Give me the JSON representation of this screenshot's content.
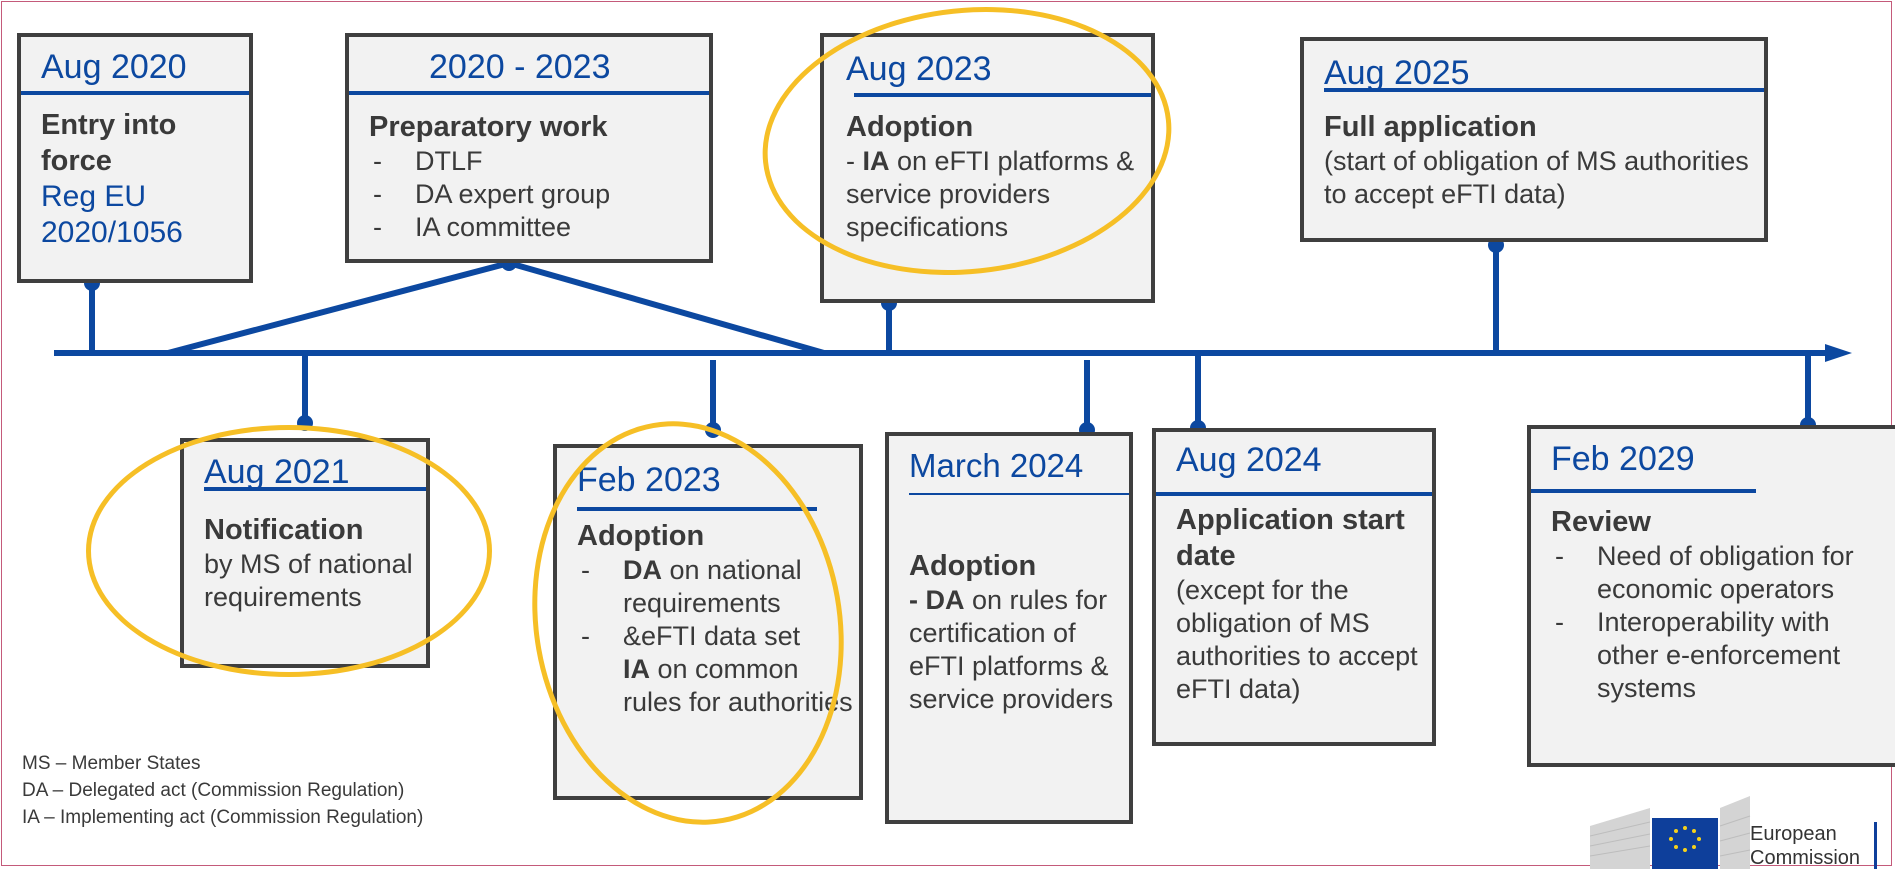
{
  "milestones": {
    "aug2020": {
      "date": "Aug 2020",
      "title": "Entry into force",
      "reg_line1": "Reg EU",
      "reg_line2": "2020/1056"
    },
    "prep": {
      "date": "2020 - 2023",
      "title": "Preparatory work",
      "items": [
        "DTLF",
        "DA expert group",
        "IA committee"
      ]
    },
    "aug2023": {
      "date": "Aug 2023",
      "title": "Adoption",
      "prefix": "- ",
      "strong": "IA",
      "text": " on eFTI platforms & service providers specifications"
    },
    "aug2025": {
      "date": "Aug 2025",
      "title": "Full application",
      "text": "(start of obligation of MS authorities to accept eFTI data)"
    },
    "aug2021": {
      "date": "Aug 2021",
      "title": "Notification",
      "text": "by MS of national requirements"
    },
    "feb2023": {
      "date": "Feb 2023",
      "title": "Adoption",
      "item1_strong": "DA",
      "item1_text": " on national requirements",
      "item2_text": "&eFTI data set",
      "item3_strong": "IA",
      "item3_text": " on common rules for authorities"
    },
    "mar2024": {
      "date": "March 2024",
      "title": "Adoption",
      "strong": "- DA",
      "text": " on rules for certification of eFTI platforms & service providers"
    },
    "aug2024": {
      "date": "Aug 2024",
      "title": "Application start date",
      "text": "(except for the obligation of MS authorities to accept eFTI data)"
    },
    "feb2029": {
      "date": "Feb 2029",
      "title": "Review",
      "items": [
        "Need of obligation for economic operators",
        "Interoperability with other e-enforcement systems"
      ]
    }
  },
  "legend": [
    "MS – Member States",
    "DA – Delegated act (Commission Regulation)",
    "IA – Implementing act (Commission Regulation)"
  ],
  "logo": {
    "line1": "European",
    "line2": "Commission"
  },
  "colors": {
    "timeline": "#0c48a0",
    "highlight": "#f6bf26",
    "box_border": "#3f3f3f",
    "box_fill": "#f2f2f2"
  }
}
